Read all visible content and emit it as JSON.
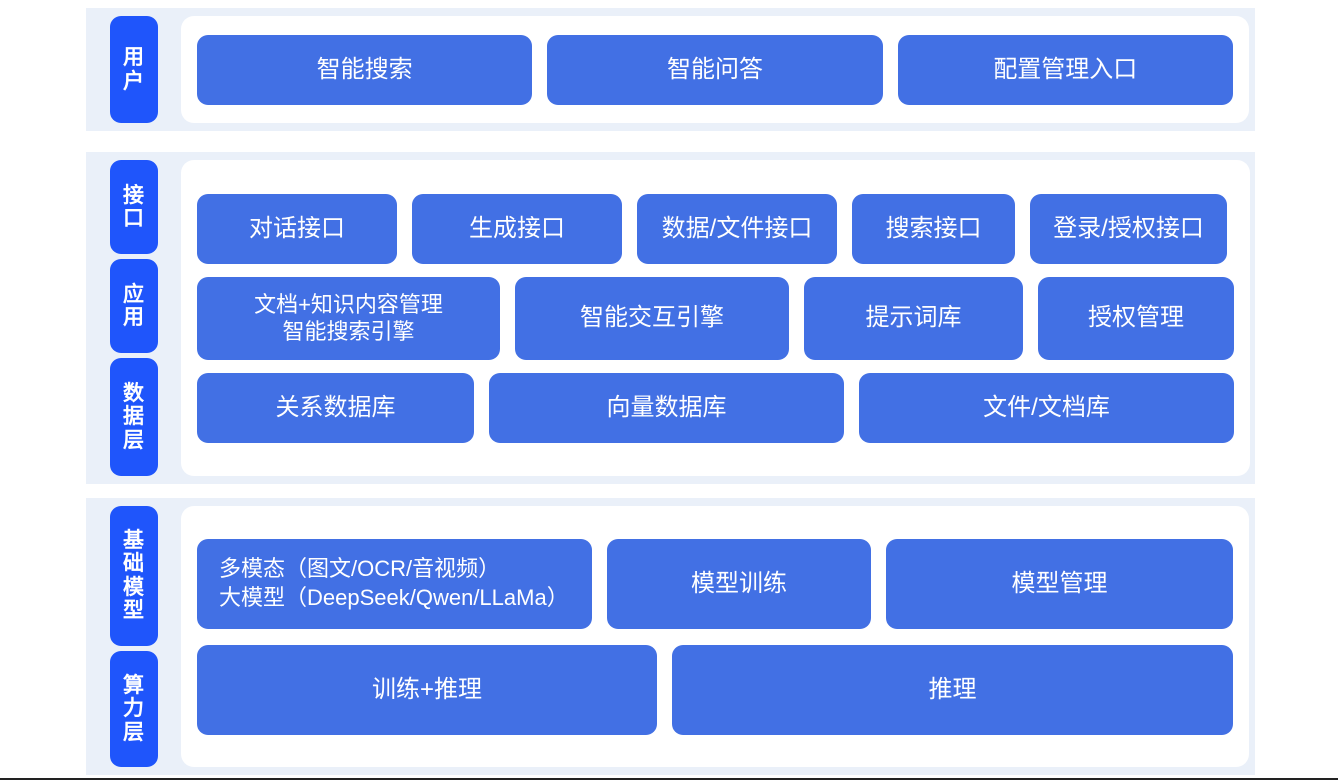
{
  "theme": {
    "tab_blue": "#1f55fb",
    "box_blue": "#4270e4",
    "panel_bg": "#eaf0f9",
    "inner_bg": "#ffffff",
    "text_on_blue": "#ffffff"
  },
  "sections": [
    {
      "id": "user",
      "tabs": [
        "用户"
      ],
      "rows": [
        {
          "id": "user-row",
          "boxes": [
            {
              "label": "智能搜索"
            },
            {
              "label": "智能问答"
            },
            {
              "label": "配置管理入口"
            }
          ]
        }
      ]
    },
    {
      "id": "middle",
      "tabs": [
        "接口",
        "应用",
        "数据层"
      ],
      "rows": [
        {
          "id": "interface-row",
          "boxes": [
            {
              "label": "对话接口"
            },
            {
              "label": "生成接口"
            },
            {
              "label": "数据/文件接口"
            },
            {
              "label": "搜索接口"
            },
            {
              "label": "登录/授权接口"
            }
          ]
        },
        {
          "id": "application-row",
          "boxes": [
            {
              "label": "文档+知识内容管理\n智能搜索引擎"
            },
            {
              "label": "智能交互引擎"
            },
            {
              "label": "提示词库"
            },
            {
              "label": "授权管理"
            }
          ]
        },
        {
          "id": "data-row",
          "boxes": [
            {
              "label": "关系数据库"
            },
            {
              "label": "向量数据库"
            },
            {
              "label": "文件/文档库"
            }
          ]
        }
      ]
    },
    {
      "id": "bottom",
      "tabs": [
        "基础模型",
        "算力层"
      ],
      "rows": [
        {
          "id": "foundation-row",
          "boxes": [
            {
              "label": "多模态（图文/OCR/音视频）\n大模型（DeepSeek/Qwen/LLaMa）"
            },
            {
              "label": "模型训练"
            },
            {
              "label": "模型管理"
            }
          ]
        },
        {
          "id": "compute-row",
          "boxes": [
            {
              "label": "训练+推理"
            },
            {
              "label": "推理"
            }
          ]
        }
      ]
    }
  ]
}
